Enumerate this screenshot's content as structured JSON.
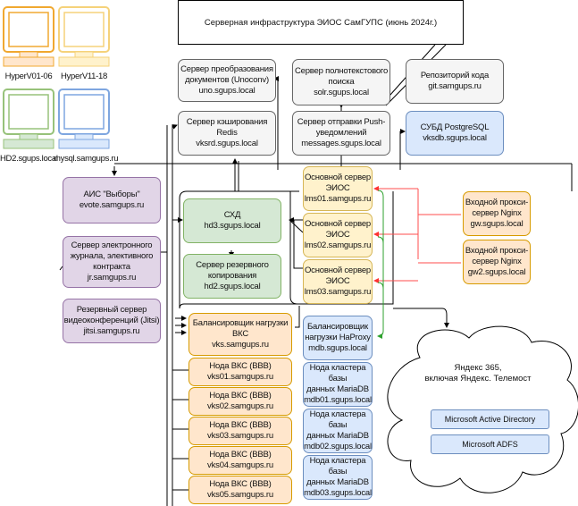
{
  "title": "Серверная инфраструктура ЭИОС СамГУПС (июнь 2024г.)",
  "hosts": [
    {
      "label": "HyperV01-06",
      "color": "#f0a830",
      "fill": "#ffe6cc"
    },
    {
      "label": "HyperV11-18",
      "color": "#f5d27a",
      "fill": "#fff2cc"
    },
    {
      "label": "HD2.sgups.local",
      "color": "#97c27a",
      "fill": "#d5e8d4"
    },
    {
      "label": "mysql.samgups.ru",
      "color": "#7ea6e0",
      "fill": "#dae8fc"
    }
  ],
  "servers": {
    "uno": {
      "line1": "Сервер преобразования",
      "line2": "документов (Unoconv)",
      "line3": "uno.sgups.local"
    },
    "solr": {
      "line1": "Сервер полнотекстового",
      "line2": "поиска",
      "line3": "solr.sgups.local"
    },
    "git": {
      "line1": "Репозиторий кода",
      "line2": "git.samgups.ru"
    },
    "redis": {
      "line1": "Сервер кэширования Redis",
      "line2": "vksrd.sgups.local"
    },
    "push": {
      "line1": "Сервер отправки Push-",
      "line2": "уведомлений",
      "line3": "messages.sgups.local"
    },
    "postgres": {
      "line1": "СУБД PostgreSQL",
      "line2": "vksdb.sgups.local"
    },
    "evote": {
      "line1": "АИС \"Выборы\"",
      "line2": "evote.samgups.ru"
    },
    "jr": {
      "line1": "Сервер электронного",
      "line2": "журнала, элективного",
      "line3": "контракта",
      "line4": "jr.samgups.ru"
    },
    "jitsi": {
      "line1": "Резервный сервер",
      "line2": "видеоконференций (Jitsi)",
      "line3": "jitsi.samgups.ru"
    },
    "hd3": {
      "line1": "СХД",
      "line2": "hd3.sgups.local"
    },
    "hd2": {
      "line1": "Сервер резервного",
      "line2": "копирования",
      "line3": "hd2.sgups.local"
    },
    "lms": [
      {
        "line1": "Основной сервер",
        "line2": "ЭИОС",
        "line3": "lms01.samgups.ru"
      },
      {
        "line1": "Основной сервер",
        "line2": "ЭИОС",
        "line3": "lms02.samgups.ru"
      },
      {
        "line1": "Основной сервер",
        "line2": "ЭИОС",
        "line3": "lms03.samgups.ru"
      }
    ],
    "gw": [
      {
        "line1": "Входной прокси-",
        "line2": "сервер Nginx",
        "line3": "gw.sgups.local"
      },
      {
        "line1": "Входной прокси-",
        "line2": "сервер Nginx",
        "line3": "gw2.sgups.local"
      }
    ],
    "vks_balancer": {
      "line1": "Балансировщик нагрузки ВКС",
      "line2": "vks.samgups.ru"
    },
    "vks_nodes": [
      {
        "line1": "Нода ВКС (BBB)",
        "line2": "vks01.samgups.ru"
      },
      {
        "line1": "Нода ВКС (BBB)",
        "line2": "vks02.samgups.ru"
      },
      {
        "line1": "Нода ВКС (BBB)",
        "line2": "vks03.samgups.ru"
      },
      {
        "line1": "Нода ВКС (BBB)",
        "line2": "vks04.samgups.ru"
      },
      {
        "line1": "Нода ВКС (BBB)",
        "line2": "vks05.samgups.ru"
      }
    ],
    "mdb_balancer": {
      "line1": "Балансировщик",
      "line2": "нагрузки HaProxy",
      "line3": "mdb.sgups.local"
    },
    "mdb_nodes": [
      {
        "line1": "Нода кластера базы",
        "line2": "данных MariaDB",
        "line3": "mdb01.sgups.local"
      },
      {
        "line1": "Нода кластера базы",
        "line2": "данных MariaDB",
        "line3": "mdb02.sgups.local"
      },
      {
        "line1": "Нода кластера базы",
        "line2": "данных MariaDB",
        "line3": "mdb03.sgups.local"
      }
    ]
  },
  "cloud": {
    "line1": "Яндекс 365,",
    "line2": "включая Яндекс. Телемост",
    "services": [
      "Microsoft Active Directory",
      "Microsoft ADFS"
    ]
  },
  "colors": {
    "proxy_link": "#ff4d4d",
    "db_link": "#2ca02c",
    "link": "#000000"
  }
}
